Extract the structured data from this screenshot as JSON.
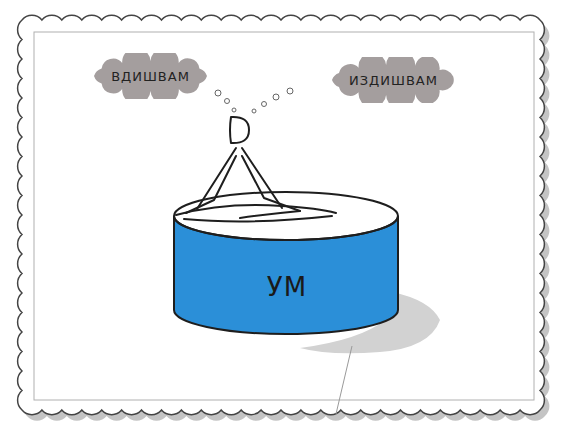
{
  "diagram": {
    "nodes": [
      {
        "text": [
          "ВДИШВАМ"
        ]
      },
      {
        "text": [
          "ИЗДИШВАМ"
        ]
      },
      {
        "text": [
          "УМ"
        ]
      }
    ]
  }
}
